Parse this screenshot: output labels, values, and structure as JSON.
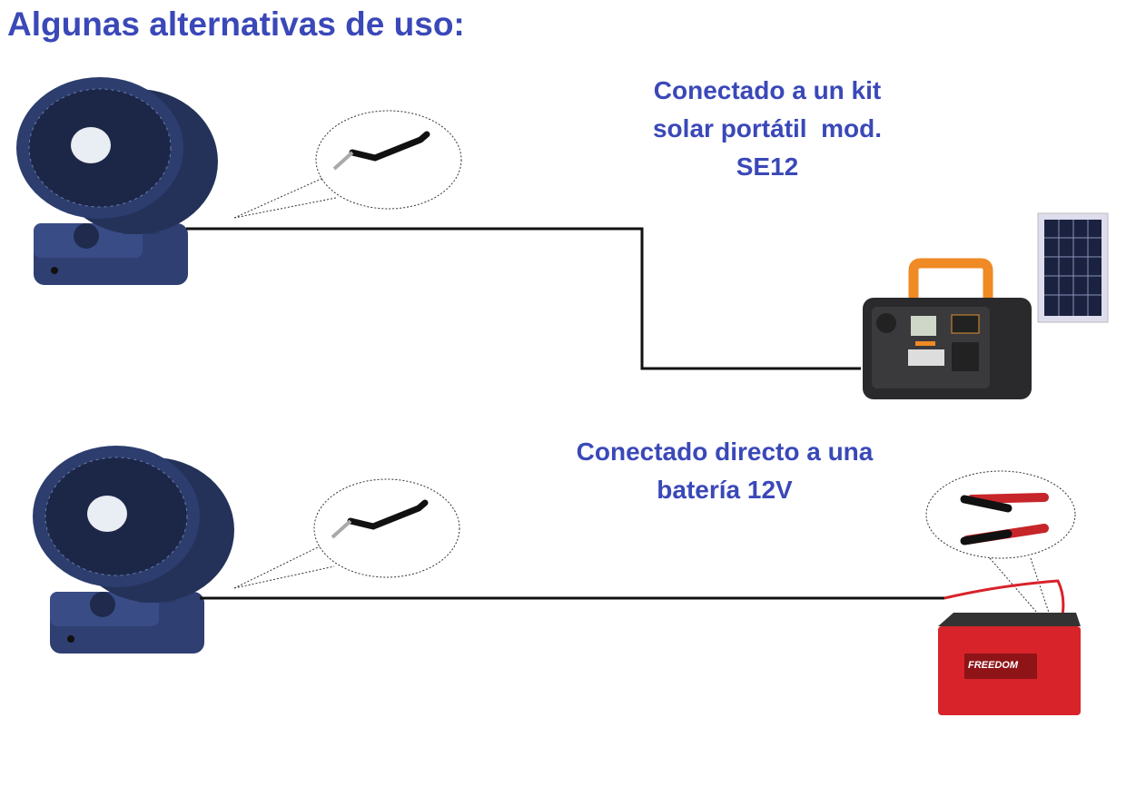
{
  "title": "Algunas alternativas de uso:",
  "options": [
    {
      "lines": [
        "Conectado a un kit",
        "solar portátil  mod.",
        "SE12"
      ],
      "device": "portable-power-station"
    },
    {
      "lines": [
        "Conectado directo a una",
        "batería 12V"
      ],
      "device": "battery"
    }
  ],
  "battery_logo": "FREEDOM",
  "colors": {
    "text": "#3a48b8",
    "fan": "#2b3a66",
    "battery": "#d8232a",
    "handle": "#f08a24"
  }
}
